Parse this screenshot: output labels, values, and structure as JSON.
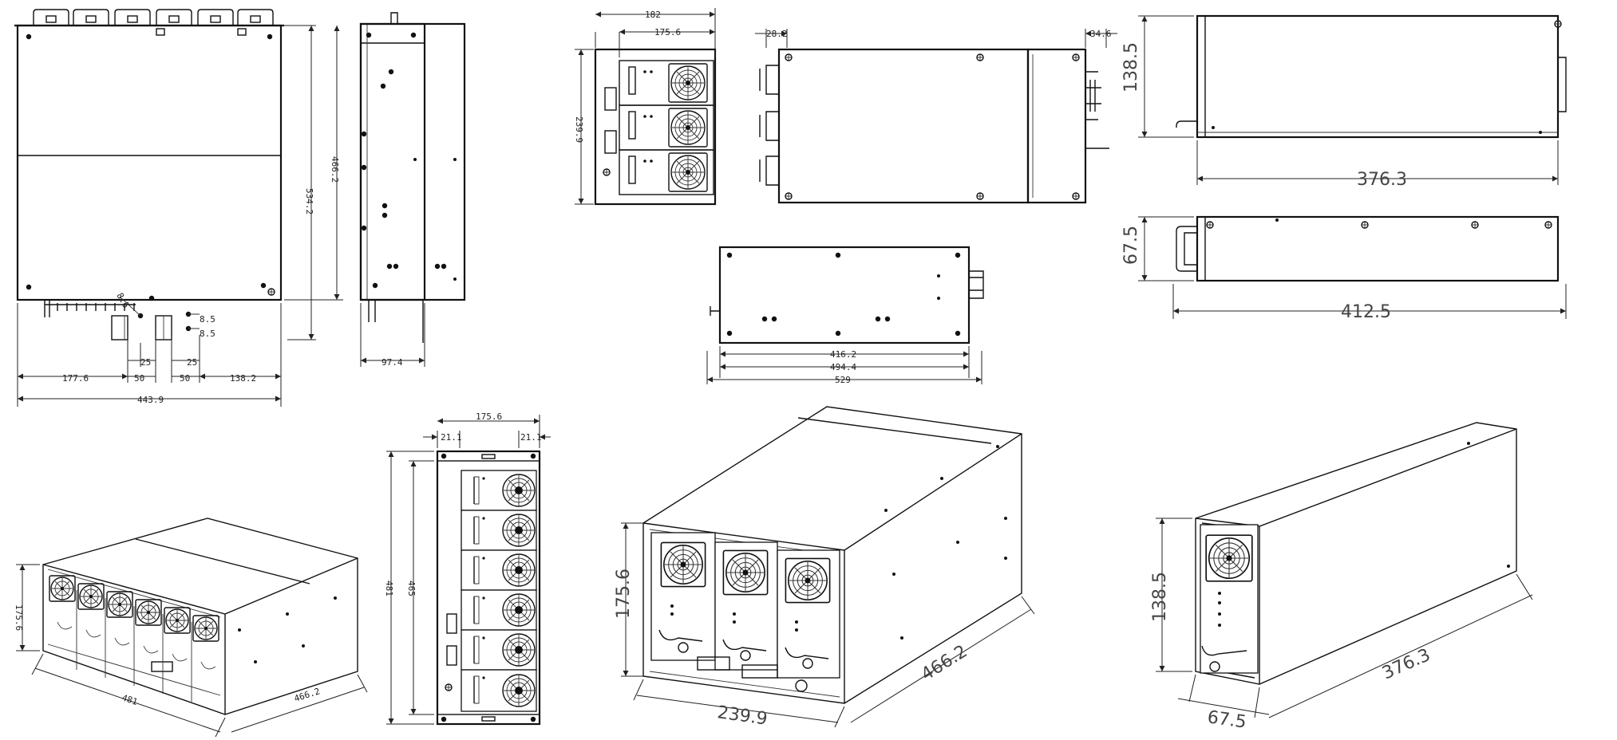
{
  "dimensions": {
    "front_top": {
      "d_177_6": "177.6",
      "d_50a": "50",
      "d_50b": "50",
      "d_25a": "25",
      "d_25b": "25",
      "d_138_2": "138.2",
      "d_443_9": "443.9",
      "d_534_2": "534.2",
      "d_466_2": "466.2",
      "d_8_5a": "8.5",
      "d_8_5b": "8.5",
      "d_8_5c": "8.5"
    },
    "side_top": {
      "d_97_4": "97.4"
    },
    "module_front": {
      "d_182": "182",
      "d_175_6": "175.6",
      "d_239_9": "239.9"
    },
    "module_side": {
      "d_28_2": "28.2",
      "d_34_6": "34.6"
    },
    "module_bottom": {
      "d_416_2": "416.2",
      "d_494_4": "494.4",
      "d_529": "529"
    },
    "single_side": {
      "d_138_5": "138.5",
      "d_376_3": "376.3"
    },
    "single_top": {
      "d_67_5": "67.5",
      "d_412_5": "412.5"
    },
    "rack_iso": {
      "d_175_6": "175.6",
      "d_481": "481",
      "d_466_2": "466.2"
    },
    "rack_front": {
      "d_175_6": "175.6",
      "d_21_1a": "21.1",
      "d_21_1b": "21.1",
      "d_481": "481",
      "d_465": "465"
    },
    "shelf_iso": {
      "d_175_6": "175.6",
      "d_239_9": "239.9",
      "d_466_2": "466.2"
    },
    "single_iso": {
      "d_138_5": "138.5",
      "d_67_5": "67.5",
      "d_376_3": "376.3"
    }
  },
  "icons": [
    "fan-icon",
    "handle-icon",
    "screw-icon"
  ]
}
